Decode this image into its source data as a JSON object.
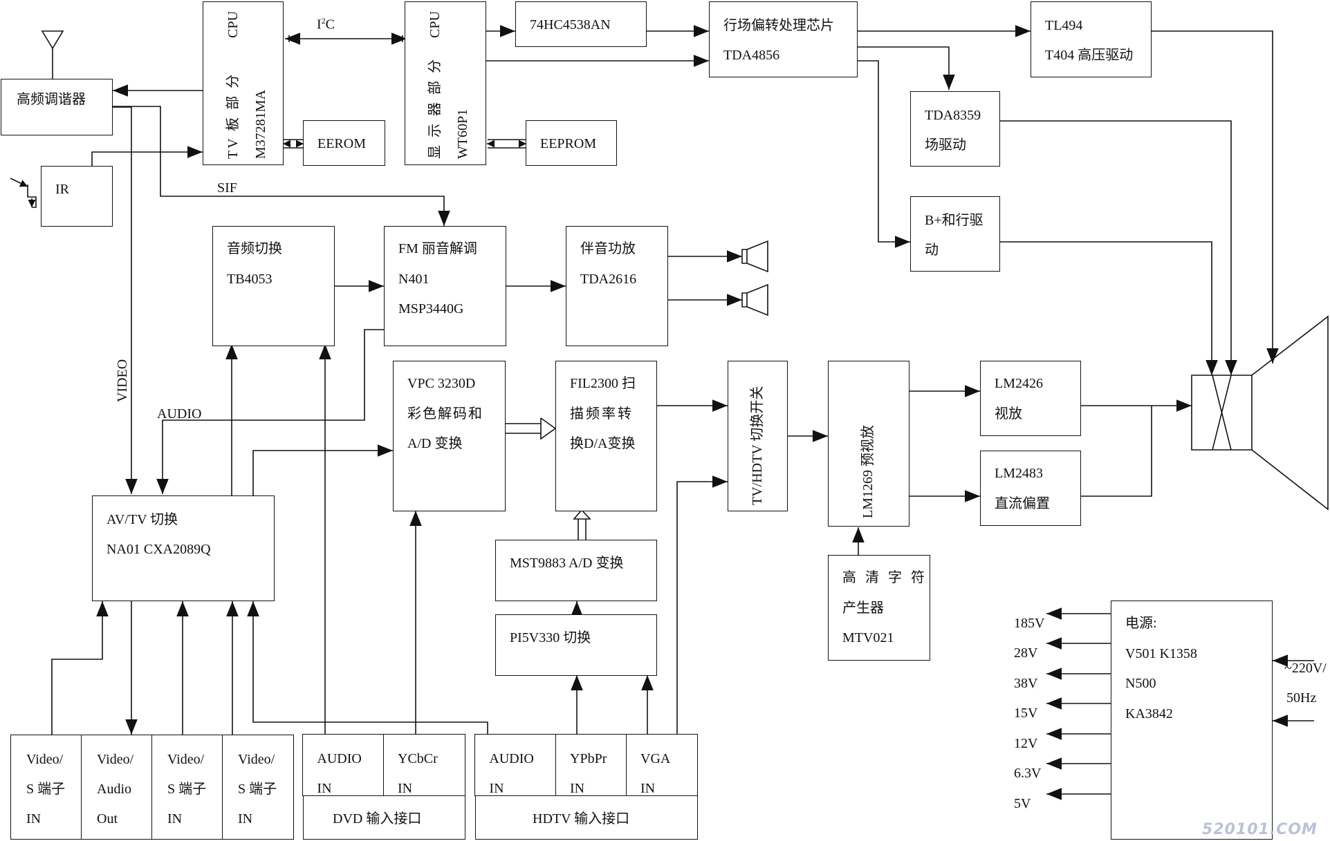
{
  "tv_cpu": {
    "title": "CPU",
    "line1": "TV 板 部 分",
    "line2": "M37281MA"
  },
  "display_cpu": {
    "title": "CPU",
    "line1": "显 示 器 部 分",
    "line2": "WT60P1"
  },
  "i2c": {
    "main": "I",
    "sup": "2",
    "tail": "C"
  },
  "hc4538": "74HC4538AN",
  "tda4856": {
    "line1": "行场偏转处理芯片",
    "line2": "TDA4856"
  },
  "tl494": {
    "line1": "TL494",
    "line2": "T404 高压驱动"
  },
  "tda8359": {
    "line1": "TDA8359",
    "line2": "场驱动"
  },
  "bplus": {
    "line1": "B+和行驱",
    "line2": "动"
  },
  "tuner": "高频调谐器",
  "eerom_tv": "EEROM",
  "eeprom_disp": "EEPROM",
  "ir": "IR",
  "sif": "SIF",
  "video_label": "VIDEO",
  "audio_label": "AUDIO",
  "audio_switch": {
    "line1": "音频切换",
    "line2": "TB4053"
  },
  "fm": {
    "line1": "FM  丽音解调",
    "line2": "N401",
    "line3": "MSP3440G"
  },
  "amp": {
    "line1": "伴音功放",
    "line2": "TDA2616"
  },
  "vpc": {
    "line1": "VPC 3230D",
    "line2": "彩色解码和",
    "line3": "A/D 变换"
  },
  "fil": {
    "line1": "FIL2300 扫",
    "line2": "描频率转",
    "line3": "换D/A变换"
  },
  "tvhdtv": "TV/HDTV 切换开关",
  "lm1269": "LM1269 预视放",
  "lm2426": {
    "line1": "LM2426",
    "line2": "视放"
  },
  "lm2483": {
    "line1": "LM2483",
    "line2": "直流偏置"
  },
  "avtv": {
    "line1": "AV/TV 切换",
    "line2": "NA01 CXA2089Q"
  },
  "mst": "MST9883 A/D 变换",
  "pi5v": "PI5V330 切换",
  "osd": {
    "line1": "高 清 字 符",
    "line2": "产生器",
    "line3": "MTV021"
  },
  "ports_av": [
    {
      "l1": "Video/",
      "l2": "S 端子",
      "l3": "IN"
    },
    {
      "l1": "Video/",
      "l2": "Audio",
      "l3": "Out"
    },
    {
      "l1": "Video/",
      "l2": "S 端子",
      "l3": "IN"
    },
    {
      "l1": "Video/",
      "l2": "S 端子",
      "l3": "IN"
    }
  ],
  "dvd": {
    "p1": {
      "l1": "AUDIO",
      "l2": "IN"
    },
    "p2": {
      "l1": "YCbCr",
      "l2": "IN"
    },
    "caption": "DVD  输入接口"
  },
  "hdtv": {
    "p1": {
      "l1": "AUDIO",
      "l2": "IN"
    },
    "p2": {
      "l1": "YPbPr",
      "l2": "IN"
    },
    "p3": {
      "l1": "VGA",
      "l2": "IN"
    },
    "caption": "HDTV  输入接口"
  },
  "power": {
    "line1": "电源:",
    "line2": "V501 K1358",
    "line3": "N500",
    "line4": "KA3842"
  },
  "voltages": [
    "185V",
    "28V",
    "38V",
    "15V",
    "12V",
    "6.3V",
    "5V"
  ],
  "mains": {
    "line1": "~220V/",
    "line2": "50Hz"
  },
  "watermark": "520101.COM"
}
